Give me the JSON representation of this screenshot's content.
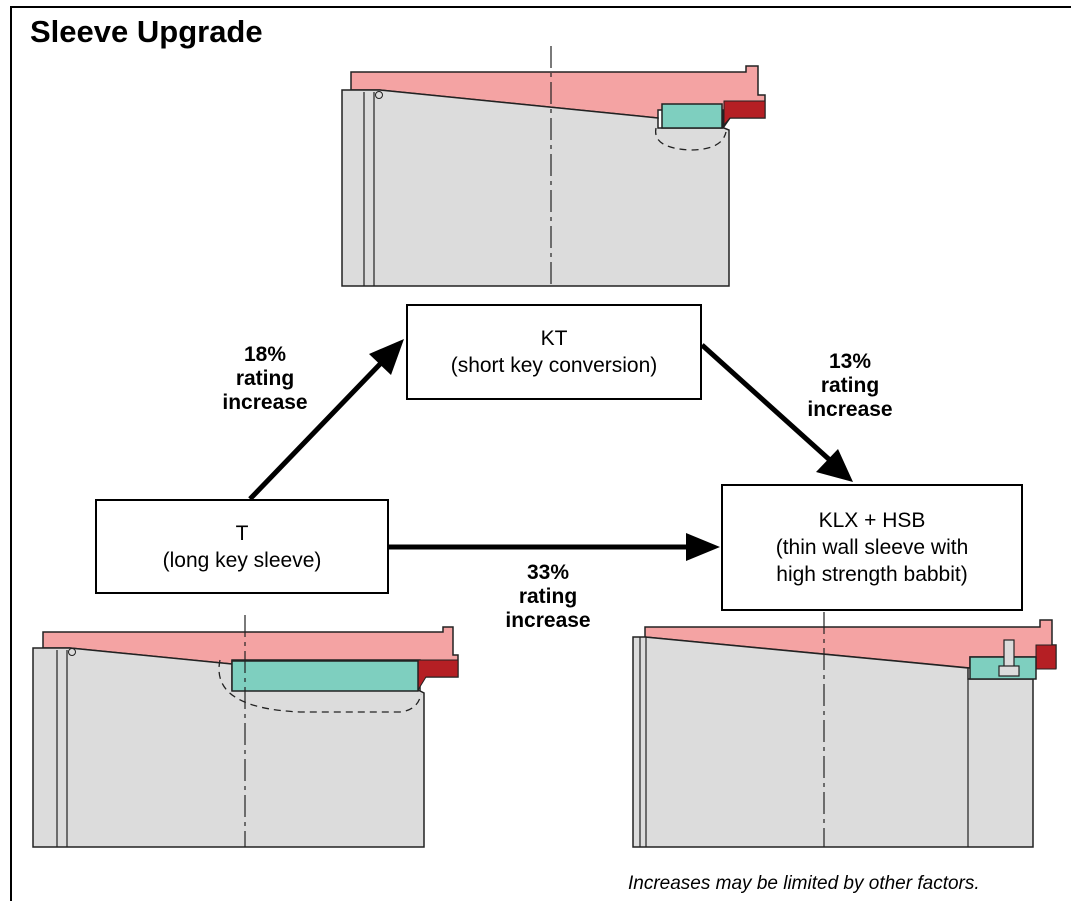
{
  "title": "Sleeve Upgrade",
  "nodes": {
    "t": {
      "code": "T",
      "desc": [
        "(long key sleeve)"
      ]
    },
    "kt": {
      "code": "KT",
      "desc": [
        "(short key conversion)"
      ]
    },
    "klx": {
      "code": "KLX + HSB",
      "desc": [
        "(thin wall sleeve with",
        "high strength babbit)"
      ]
    }
  },
  "edges": {
    "t_to_kt": {
      "percent": "18%",
      "line2": "rating",
      "line3": "increase"
    },
    "kt_to_klx": {
      "percent": "13%",
      "line2": "rating",
      "line3": "increase"
    },
    "t_to_klx": {
      "percent": "33%",
      "line2": "rating",
      "line3": "increase"
    }
  },
  "footnote": "Increases may be limited by other factors.",
  "colors": {
    "housing": "#f4a3a3",
    "key": "#b51f24",
    "sleeve_body": "#dcdcdc",
    "babbit": "#7ecfbf",
    "outline": "#222222"
  }
}
